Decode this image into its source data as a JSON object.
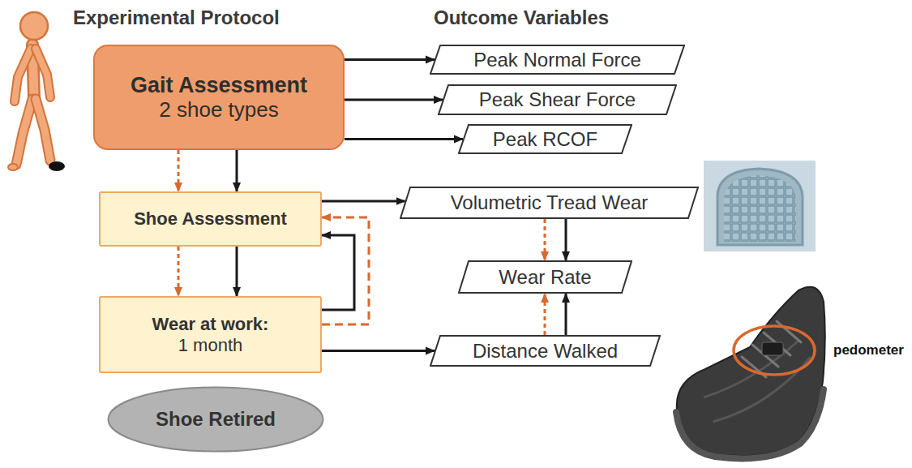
{
  "diagram": {
    "nodes": [
      {
        "text": [
          "Gait Assessment",
          "2 shoe types"
        ]
      },
      {
        "text": [
          "Shoe Assessment"
        ]
      },
      {
        "text": [
          "Wear at work:",
          "1 month"
        ]
      },
      {
        "text": [
          "Shoe Retired"
        ]
      },
      {
        "text": [
          "Peak Normal Force"
        ]
      },
      {
        "text": [
          "Peak Shear Force"
        ]
      },
      {
        "text": [
          "Peak RCOF"
        ]
      },
      {
        "text": [
          "Volumetric Tread Wear"
        ]
      },
      {
        "text": [
          "Wear Rate"
        ]
      },
      {
        "text": [
          "Distance Walked"
        ]
      }
    ],
    "edges": [
      {
        "from": 0,
        "to": 4,
        "arrow": "to"
      },
      {
        "from": 0,
        "to": 5,
        "arrow": "to"
      },
      {
        "from": 0,
        "to": 6,
        "arrow": "to"
      },
      {
        "from": 0,
        "to": 1,
        "arrow": "to"
      },
      {
        "from": 0,
        "to": 1,
        "arrow": "to"
      },
      {
        "from": 1,
        "to": 2,
        "arrow": "to"
      },
      {
        "from": 1,
        "to": 2,
        "arrow": "to"
      },
      {
        "from": 2,
        "to": 1,
        "arrow": "to"
      },
      {
        "from": 2,
        "to": 1,
        "arrow": "to"
      },
      {
        "from": 1,
        "to": 7,
        "arrow": "to"
      },
      {
        "from": 2,
        "to": 9,
        "arrow": "to"
      },
      {
        "from": 7,
        "to": 8,
        "arrow": "to"
      },
      {
        "from": 7,
        "to": 8,
        "arrow": "to"
      },
      {
        "from": 9,
        "to": 8,
        "arrow": "to"
      },
      {
        "from": 9,
        "to": 8,
        "arrow": "to"
      }
    ],
    "labels": [
      "Experimental Protocol",
      "Outcome Variables",
      "pedometer"
    ]
  }
}
